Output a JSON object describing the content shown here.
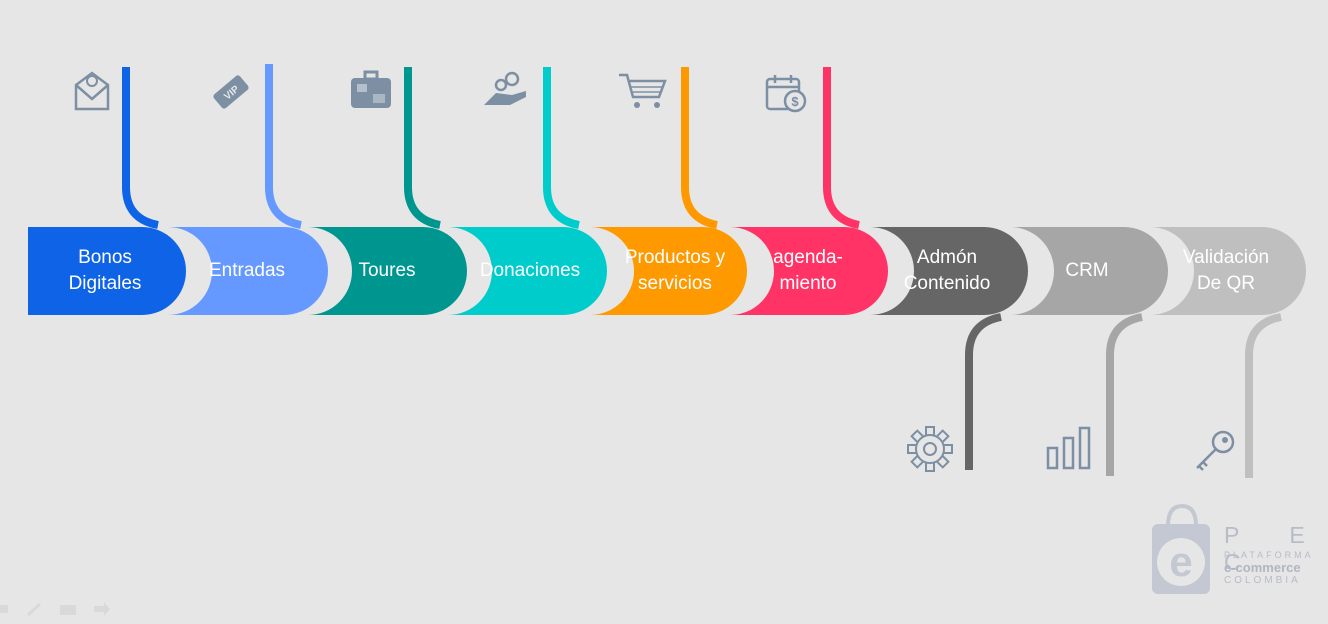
{
  "steps": [
    {
      "label": "Bonos\nDigitales",
      "color": "#0e63e6",
      "icon": "email-at-icon",
      "position": "top"
    },
    {
      "label": "Entradas",
      "color": "#6699ff",
      "icon": "vip-ticket-icon",
      "position": "top"
    },
    {
      "label": "Toures",
      "color": "#009690",
      "icon": "suitcase-icon",
      "position": "top"
    },
    {
      "label": "Donaciones",
      "color": "#00cccc",
      "icon": "donation-hand-icon",
      "position": "top"
    },
    {
      "label": "Productos y\nservicios",
      "color": "#ff9900",
      "icon": "shopping-cart-icon",
      "position": "top"
    },
    {
      "label": "agenda-\nmiento",
      "color": "#ff3366",
      "icon": "calendar-money-icon",
      "position": "top"
    },
    {
      "label": "Admón\nContenido",
      "color": "#666666",
      "icon": "gear-icon",
      "position": "bottom"
    },
    {
      "label": "CRM",
      "color": "#a6a6a6",
      "icon": "bar-chart-icon",
      "position": "bottom"
    },
    {
      "label": "Validación\nDe  QR",
      "color": "#bfbfbf",
      "icon": "key-icon",
      "position": "bottom"
    }
  ],
  "logo": {
    "name": "P E C",
    "line1": "PLATAFORMA",
    "line2": "e-commerce",
    "line3": "COLOMBIA",
    "color": "#b7bcc7"
  },
  "icon_color": "#7d8fa3"
}
